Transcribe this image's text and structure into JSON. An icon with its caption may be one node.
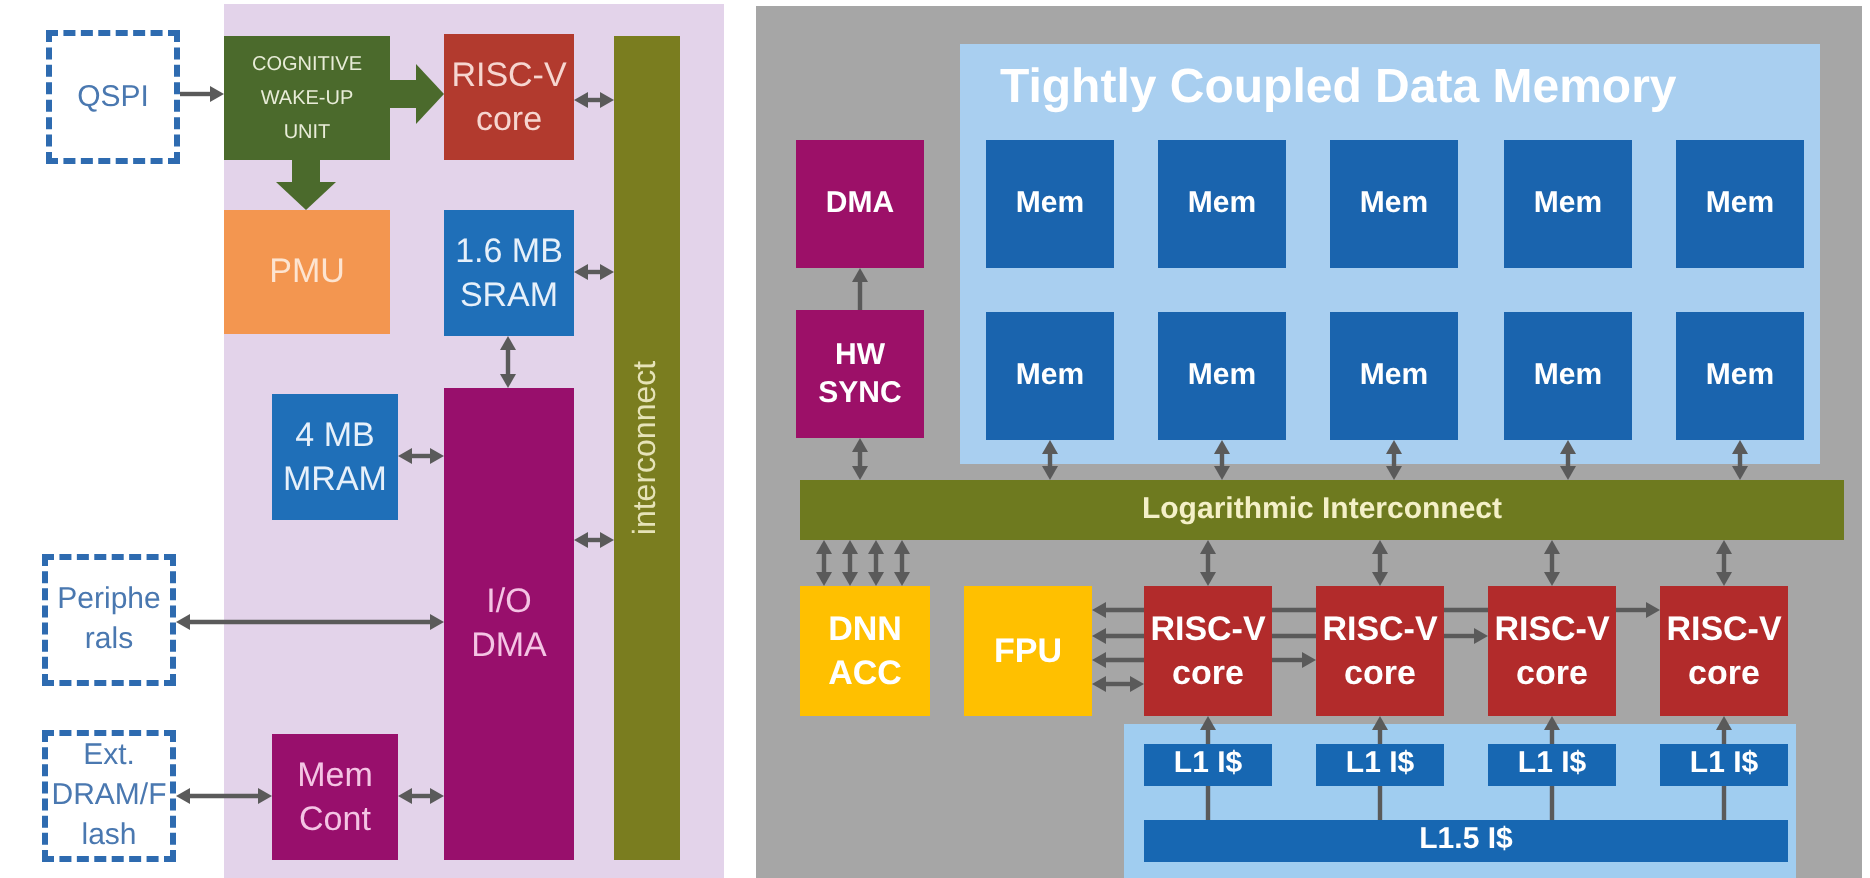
{
  "diagram": {
    "nodes": [
      {
        "text": [
          "QSPI"
        ]
      },
      {
        "text": [
          "COGNITIVE WAKE-UP UNIT"
        ]
      },
      {
        "text": [
          "RISC-V core"
        ]
      },
      {
        "text": [
          "PMU"
        ]
      },
      {
        "text": [
          "1.6 MB SRAM"
        ]
      },
      {
        "text": [
          "interconnect"
        ]
      },
      {
        "text": [
          "4 MB MRAM"
        ]
      },
      {
        "text": [
          "I/O DMA"
        ]
      },
      {
        "text": [
          "Periphe rals"
        ]
      },
      {
        "text": [
          "Ext. DRAM/F lash"
        ]
      },
      {
        "text": [
          "Mem Cont"
        ]
      },
      {
        "text": [
          "Tightly Coupled Data Memory"
        ]
      },
      {
        "text": [
          "Mem"
        ],
        "in": 11
      },
      {
        "text": [
          "Mem"
        ],
        "in": 11
      },
      {
        "text": [
          "Mem"
        ],
        "in": 11
      },
      {
        "text": [
          "Mem"
        ],
        "in": 11
      },
      {
        "text": [
          "Mem"
        ],
        "in": 11
      },
      {
        "text": [
          "Mem"
        ],
        "in": 11
      },
      {
        "text": [
          "Mem"
        ],
        "in": 11
      },
      {
        "text": [
          "Mem"
        ],
        "in": 11
      },
      {
        "text": [
          "Mem"
        ],
        "in": 11
      },
      {
        "text": [
          "Mem"
        ],
        "in": 11
      },
      {
        "text": [
          "DMA"
        ]
      },
      {
        "text": [
          "HW SYNC"
        ]
      },
      {
        "text": [
          "Logarithmic Interconnect"
        ]
      },
      {
        "text": [
          "DNN ACC"
        ]
      },
      {
        "text": [
          "FPU"
        ]
      },
      {
        "text": [
          "RISC-V core"
        ]
      },
      {
        "text": [
          "RISC-V core"
        ]
      },
      {
        "text": [
          "RISC-V core"
        ]
      },
      {
        "text": [
          "RISC-V core"
        ]
      },
      {
        "text": [],
        "shape": "box"
      },
      {
        "text": [
          "L1 I$"
        ],
        "in": 31
      },
      {
        "text": [
          "L1 I$"
        ],
        "in": 31
      },
      {
        "text": [
          "L1 I$"
        ],
        "in": 31
      },
      {
        "text": [
          "L1 I$"
        ],
        "in": 31
      },
      {
        "text": [
          "L1.5 I$"
        ],
        "in": 31
      }
    ],
    "edges": [
      {
        "from": 0,
        "to": 1,
        "arrow": "to"
      },
      {
        "from": 1,
        "to": 2,
        "arrow": "to",
        "style": "thick",
        "color": "#4b6a2c"
      },
      {
        "from": 1,
        "to": 3,
        "arrow": "to",
        "style": "thick",
        "color": "#4b6a2c"
      },
      {
        "from": 2,
        "to": 5,
        "arrow": "both"
      },
      {
        "from": 4,
        "to": 5,
        "arrow": "both"
      },
      {
        "from": 4,
        "to": 7,
        "arrow": "both"
      },
      {
        "from": 6,
        "to": 7,
        "arrow": "both"
      },
      {
        "from": 7,
        "to": 5,
        "arrow": "both"
      },
      {
        "from": 8,
        "to": 7,
        "arrow": "both"
      },
      {
        "from": 9,
        "to": 10,
        "arrow": "both"
      },
      {
        "from": 10,
        "to": 7,
        "arrow": "both"
      },
      {
        "from": 23,
        "to": 22,
        "arrow": "to"
      },
      {
        "from": 23,
        "to": 24,
        "arrow": "both"
      },
      {
        "from": 17,
        "to": 24,
        "arrow": "both"
      },
      {
        "from": 18,
        "to": 24,
        "arrow": "both"
      },
      {
        "from": 19,
        "to": 24,
        "arrow": "both"
      },
      {
        "from": 20,
        "to": 24,
        "arrow": "both"
      },
      {
        "from": 21,
        "to": 24,
        "arrow": "both"
      },
      {
        "from": 24,
        "to": 25,
        "arrow": "both"
      },
      {
        "from": 24,
        "to": 25,
        "arrow": "both"
      },
      {
        "from": 24,
        "to": 25,
        "arrow": "both"
      },
      {
        "from": 24,
        "to": 25,
        "arrow": "both"
      },
      {
        "from": 24,
        "to": 27,
        "arrow": "both"
      },
      {
        "from": 24,
        "to": 28,
        "arrow": "both"
      },
      {
        "from": 24,
        "to": 29,
        "arrow": "both"
      },
      {
        "from": 24,
        "to": 30,
        "arrow": "both"
      },
      {
        "from": 27,
        "to": 26,
        "arrow": "to"
      },
      {
        "from": 27,
        "to": 26,
        "arrow": "to"
      },
      {
        "from": 27,
        "to": 26,
        "arrow": "to"
      },
      {
        "from": 26,
        "to": 27,
        "arrow": "both"
      },
      {
        "from": 27,
        "to": 28,
        "arrow": "none"
      },
      {
        "from": 27,
        "to": 28,
        "arrow": "none"
      },
      {
        "from": 27,
        "to": 28,
        "arrow": "to"
      },
      {
        "from": 28,
        "to": 29,
        "arrow": "none"
      },
      {
        "from": 28,
        "to": 29,
        "arrow": "to"
      },
      {
        "from": 29,
        "to": 30,
        "arrow": "to"
      },
      {
        "from": 32,
        "to": 27,
        "arrow": "to"
      },
      {
        "from": 33,
        "to": 28,
        "arrow": "to"
      },
      {
        "from": 34,
        "to": 29,
        "arrow": "to"
      },
      {
        "from": 35,
        "to": 30,
        "arrow": "to"
      },
      {
        "from": 36,
        "to": 32,
        "arrow": "none"
      },
      {
        "from": 36,
        "to": 33,
        "arrow": "none"
      },
      {
        "from": 36,
        "to": 34,
        "arrow": "none"
      },
      {
        "from": 36,
        "to": 35,
        "arrow": "none"
      }
    ]
  }
}
